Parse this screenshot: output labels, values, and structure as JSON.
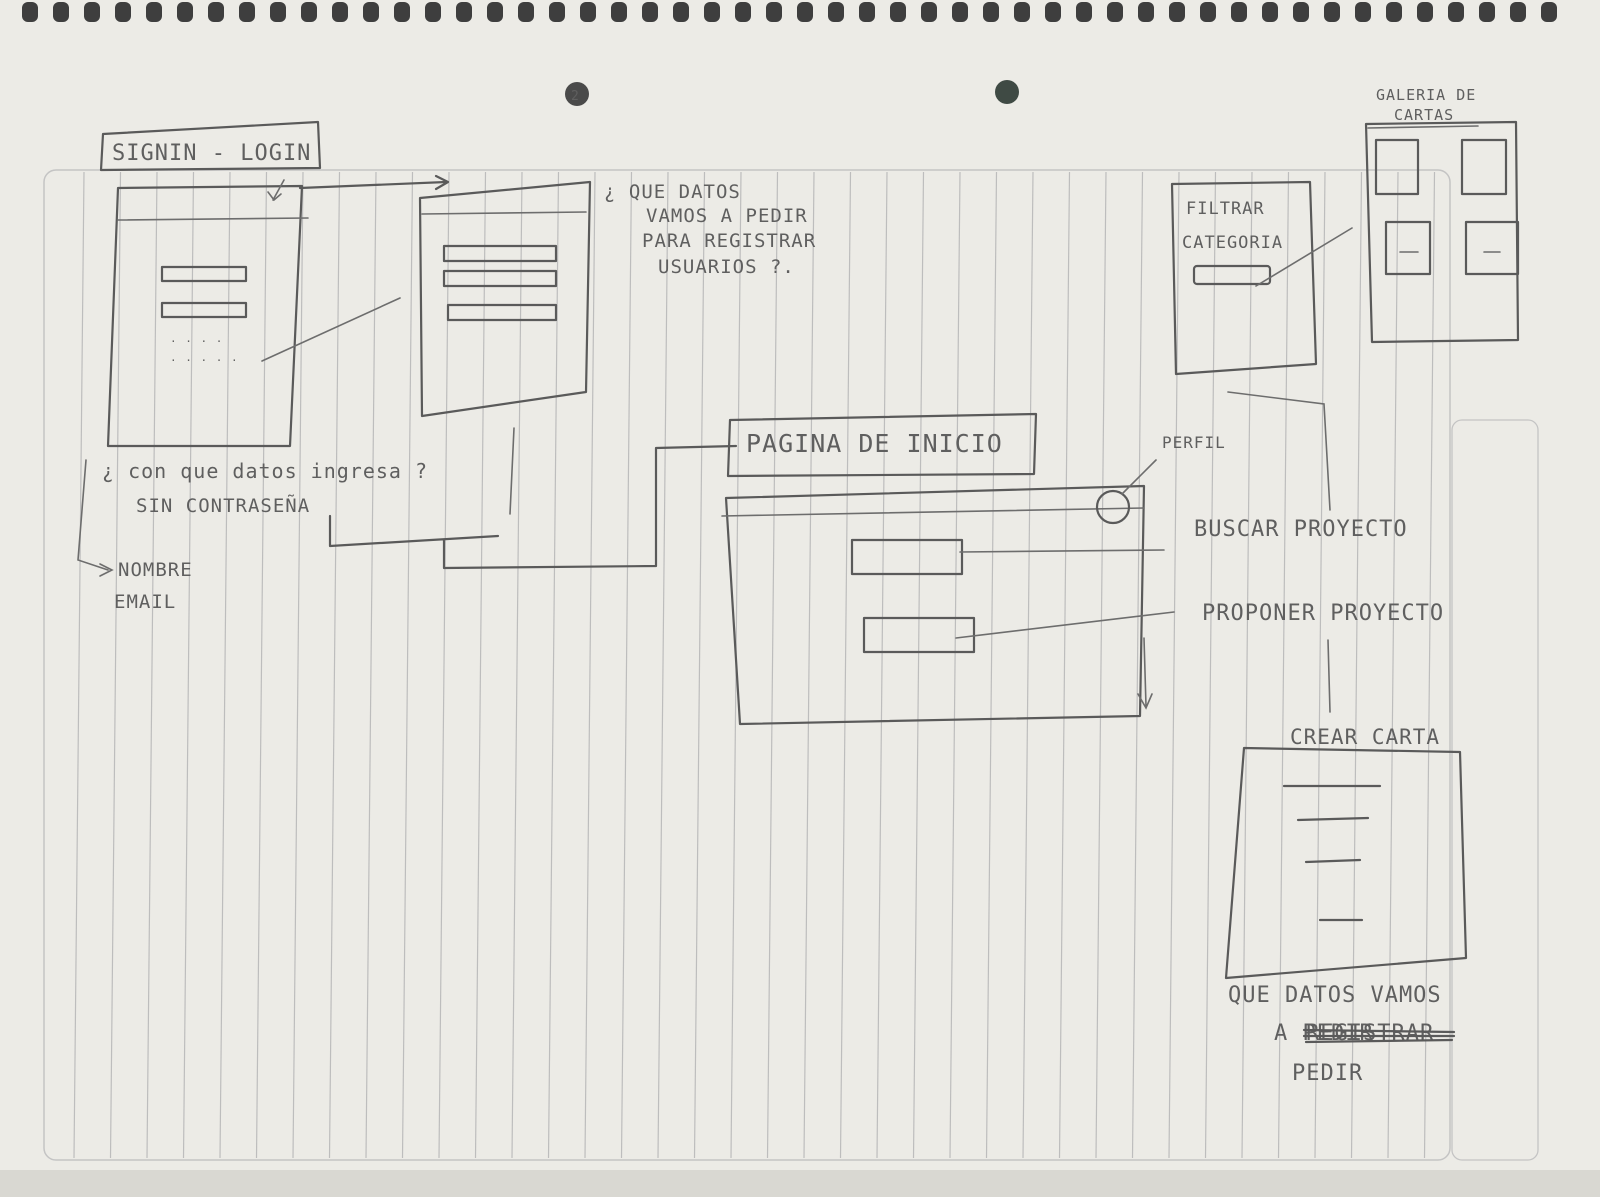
{
  "sheet": {
    "page_number": "2",
    "paper_color": "#ecebe6",
    "rule_color": "#bdbdbd",
    "ink_color": "#5a5a5a"
  },
  "login": {
    "title": "SIGNIN - LOGIN",
    "question": "¿ con que datos ingresa ?",
    "no_password": "SIN CONTRASEÑA",
    "field_name": "NOMBRE",
    "field_email": "EMAIL"
  },
  "register": {
    "question": [
      "¿ QUE DATOS",
      "VAMOS A PEDIR",
      "PARA REGISTRAR",
      "USUARIOS ?."
    ]
  },
  "home": {
    "title": "PAGINA DE INICIO",
    "profile": "PERFIL",
    "search": "BUSCAR PROYECTO",
    "propose": "PROPONER PROYECTO"
  },
  "filter": {
    "label": [
      "FILTRAR",
      "CATEGORIA"
    ]
  },
  "gallery": {
    "title": [
      "GALERIA DE",
      "CARTAS"
    ]
  },
  "create_card": {
    "title": "CREAR CARTA",
    "question": [
      "QUE DATOS VAMOS",
      "A PEDIR",
      "PEDIR"
    ],
    "struck_word": "REGISTRAR"
  }
}
